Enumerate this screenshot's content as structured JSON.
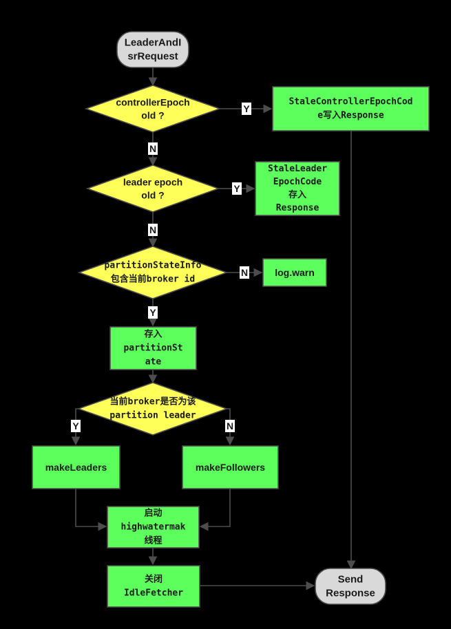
{
  "colors": {
    "background": "#000000",
    "terminal_fill": "#d9d9d9",
    "decision_fill": "#ffff59",
    "process_fill": "#5cff5c",
    "stroke": "#4d4d4d",
    "text": "#1a1a1a",
    "label_bg": "#ffffff"
  },
  "nodes": {
    "start": [
      "LeaderAndI",
      "srRequest"
    ],
    "d_controller": [
      "controllerEpoch",
      "old ?"
    ],
    "stale_controller": [
      "StaleControllerEpochCod",
      "e写入Response"
    ],
    "d_leader_epoch": [
      "leader epoch",
      "old ?"
    ],
    "stale_leader": [
      "StaleLeader",
      "EpochCode",
      "存入",
      "Response"
    ],
    "d_partition": [
      "partitionStateInfo",
      "包含当前broker id"
    ],
    "log_warn": [
      "log.warn"
    ],
    "store_state": [
      "存入",
      "partitionSt",
      "ate"
    ],
    "d_is_leader": [
      "当前broker是否为该",
      "partition leader"
    ],
    "make_leaders": [
      "makeLeaders"
    ],
    "make_followers": [
      "makeFollowers"
    ],
    "start_hw": [
      "启动",
      "highwatermak",
      "线程"
    ],
    "close_idle": [
      "关闭",
      "IdleFetcher"
    ],
    "send_response": [
      "Send",
      "Response"
    ]
  },
  "edge_labels": {
    "controller_yes": "Y",
    "controller_no": "N",
    "leader_epoch_yes": "Y",
    "leader_epoch_no": "N",
    "partition_no": "N",
    "partition_yes": "Y",
    "is_leader_yes": "Y",
    "is_leader_no": "N"
  }
}
